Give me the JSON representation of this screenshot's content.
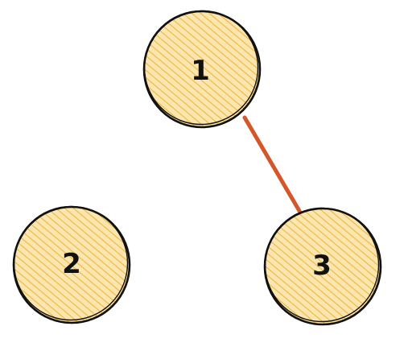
{
  "colors": {
    "node_fill": "#fbe3a6",
    "node_hatch": "#f2b93b",
    "node_stroke": "#111111",
    "edge": "#d4572a"
  },
  "nodes": [
    {
      "id": "1",
      "label": "1"
    },
    {
      "id": "2",
      "label": "2"
    },
    {
      "id": "3",
      "label": "3"
    }
  ],
  "edges": [
    {
      "from": "1",
      "to": "3"
    }
  ]
}
